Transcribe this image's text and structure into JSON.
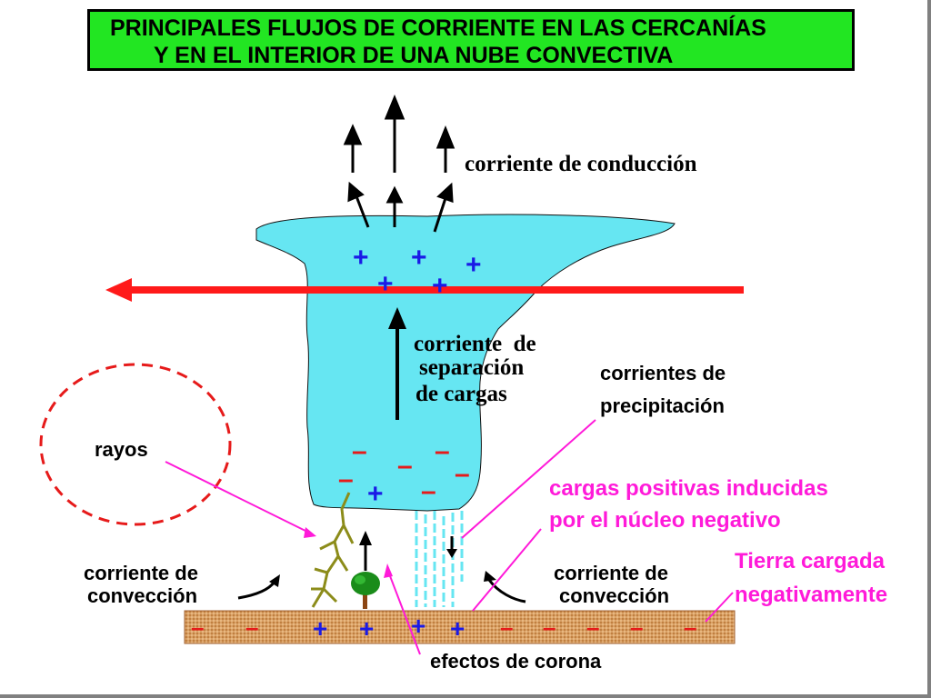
{
  "title": {
    "line1": "PRINCIPALES FLUJOS DE CORRIENTE EN LAS CERCANÍAS",
    "line2": "Y EN EL INTERIOR DE UNA NUBE CONVECTIVA"
  },
  "labels": {
    "conduction": "corriente de conducción",
    "separation_1": "corriente  de",
    "separation_2": "separación",
    "separation_3": "de cargas",
    "precip_1": "corrientes de",
    "precip_2": "precipitación",
    "rays": "rayos",
    "induced_1": "cargas positivas inducidas",
    "induced_2": "por el núcleo negativo",
    "ground_1": "Tierra cargada",
    "ground_2": "negativamente",
    "convection_left_1": "corriente de",
    "convection_left_2": "convección",
    "convection_right_1": "corriente de",
    "convection_right_2": "convección",
    "corona": "efectos de corona"
  },
  "symbols": {
    "plus": "+",
    "minus": "–"
  },
  "colors": {
    "title_bg": "#22e622",
    "cloud": "#66e6f2",
    "plus": "#1a1ae6",
    "minus": "#e61a1a",
    "red_arrow": "#ff1a1a",
    "magenta_text": "#ff1ad9",
    "ground": "#d9a066",
    "lightning": "#8c8c1a"
  },
  "icons": [
    "tree-icon",
    "lightning-icon",
    "rain-icon"
  ]
}
